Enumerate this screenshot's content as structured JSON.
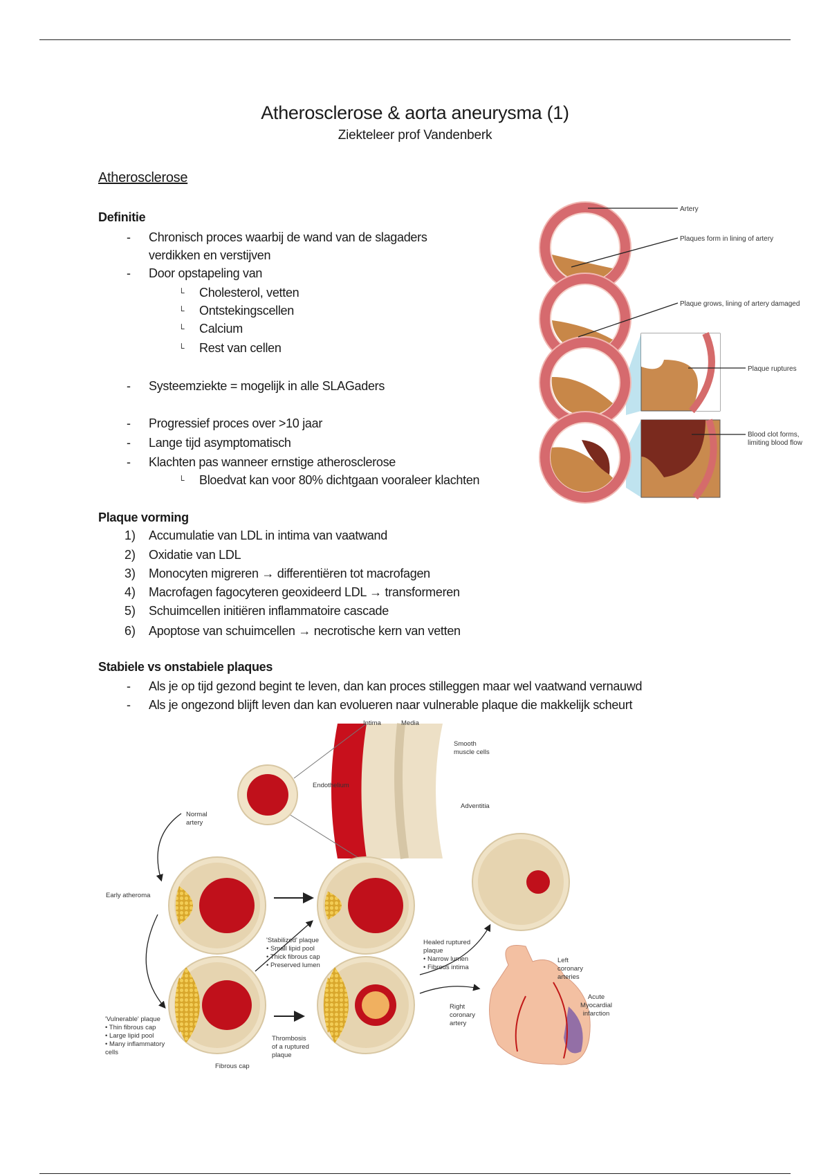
{
  "title": "Atherosclerose & aorta aneurysma (1)",
  "subtitle": "Ziekteleer prof Vandenberk",
  "section_heading": "Atherosclerose",
  "definitie": {
    "heading": "Definitie",
    "items": [
      {
        "marker": "-",
        "text": "Chronisch proces waarbij de wand van de slagaders"
      },
      {
        "marker": "",
        "text": "verdikken en verstijven"
      },
      {
        "marker": "-",
        "text": "Door opstapeling van"
      },
      {
        "marker": "└",
        "text": "Cholesterol, vetten"
      },
      {
        "marker": "└",
        "text": "Ontstekingscellen"
      },
      {
        "marker": "└",
        "text": "Calcium"
      },
      {
        "marker": "└",
        "text": "Rest van cellen"
      },
      {
        "marker": "-",
        "text": "Systeemziekte = mogelijk in alle SLAGaders"
      },
      {
        "marker": "-",
        "text": "Progressief proces over >10 jaar"
      },
      {
        "marker": "-",
        "text": "Lange tijd asymptomatisch"
      },
      {
        "marker": "-",
        "text": "Klachten pas wanneer ernstige atherosclerose"
      },
      {
        "marker": "└",
        "text": "Bloedvat kan voor 80% dichtgaan vooraleer klachten"
      }
    ]
  },
  "plaque_vorming": {
    "heading": "Plaque vorming",
    "items": [
      {
        "marker": "1)",
        "text": "Accumulatie van LDL in intima van vaatwand"
      },
      {
        "marker": "2)",
        "text": "Oxidatie van LDL"
      },
      {
        "marker": "3)",
        "text": "Monocyten migreren → differentiëren tot macrofagen"
      },
      {
        "marker": "4)",
        "text": "Macrofagen fagocyteren geoxideerd LDL → transformeren"
      },
      {
        "marker": "5)",
        "text": "Schuimcellen initiëren inflammatoire cascade"
      },
      {
        "marker": "6)",
        "text": "Apoptose van schuimcellen → necrotische kern van vetten"
      }
    ]
  },
  "stabiel": {
    "heading": "Stabiele vs onstabiele plaques",
    "items": [
      {
        "marker": "-",
        "text": "Als je op tijd gezond begint te leven, dan kan proces stilleggen maar wel vaatwand vernauwd"
      },
      {
        "marker": "-",
        "text": "Als je ongezond blijft leven dan kan evolueren naar vulnerable plaque die makkelijk scheurt"
      }
    ]
  },
  "figure_right": {
    "labels": [
      "Artery",
      "Plaques form in lining of artery",
      "Plaque grows, lining of artery damaged",
      "Plaque ruptures",
      "Blood clot forms,",
      "limiting blood flow"
    ]
  },
  "figure_bottom": {
    "intima": "Intima",
    "media": "Media",
    "smooth": [
      "Smooth",
      "muscle cells"
    ],
    "endothelium": "Endothelium",
    "adventitia": "Adventitia",
    "normal": [
      "Normal",
      "artery"
    ],
    "early": "Early atheroma",
    "stabilized": [
      "'Stabilized' plaque",
      "• Small lipid pool",
      "• Thick fibrous cap",
      "• Preserved lumen"
    ],
    "healed": [
      "Healed ruptured",
      "plaque",
      "• Narrow lumen",
      "• Fibrous intima"
    ],
    "left_coronary": [
      "Left",
      "coronary",
      "arteries"
    ],
    "acute": [
      "Acute",
      "Myocardial",
      "infarction"
    ],
    "right_coronary": [
      "Right",
      "coronary",
      "artery"
    ],
    "vulnerable": [
      "'Vulnerable' plaque",
      "• Thin fibrous cap",
      "• Large lipid pool",
      "• Many inflammatory",
      "  cells"
    ],
    "thrombosis": [
      "Thrombosis",
      "of a ruptured",
      "plaque"
    ],
    "fibrous_cap": "Fibrous cap"
  }
}
